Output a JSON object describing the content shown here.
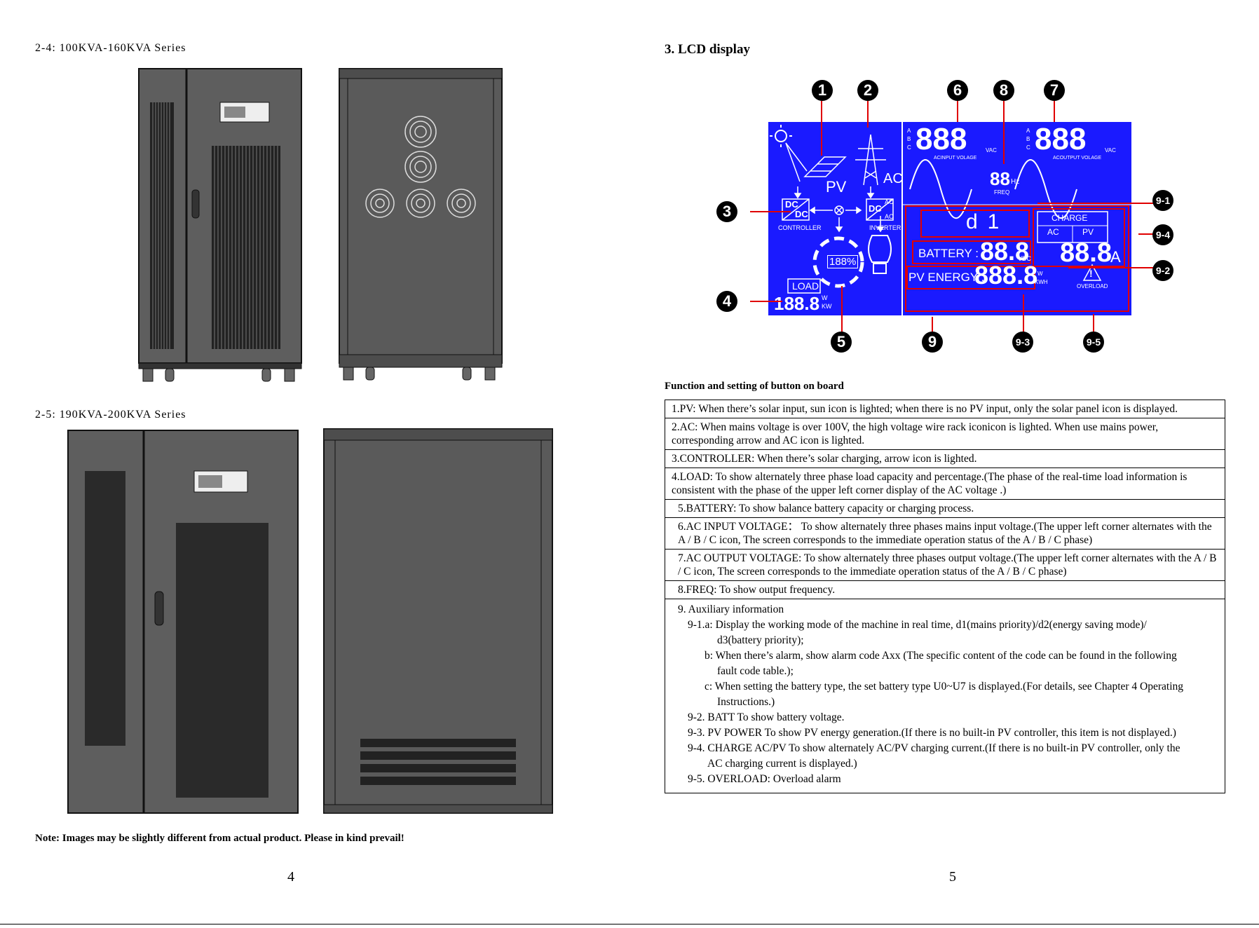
{
  "left_page": {
    "section_a": "2-4: 100KVA-160KVA  Series",
    "section_b": "2-5: 190KVA-200KVA  Series",
    "note": "Note: Images may be slightly different from actual product. Please in kind prevail!",
    "page_number": "4"
  },
  "right_page": {
    "title": "3. LCD display",
    "function_title": "Function and setting of button on board",
    "page_number": "5",
    "lcd": {
      "pv": "PV",
      "ac": "AC",
      "dc1": "DC",
      "dc2": "DC",
      "dcac_ac1": "AC",
      "dcac_dc": "DC",
      "dcac_ac2": "AC",
      "controller": "CONTROLLER",
      "inverter": "INVERTER",
      "load": "LOAD",
      "load_value": "188.8",
      "load_w": "W",
      "load_kw": "KW",
      "battery_percent": "188%",
      "phase_a": "A",
      "phase_b": "B",
      "phase_c": "C",
      "ac_input_value": "888",
      "ac_output_value": "888",
      "vac": "VAC",
      "ac_input_label": "ACINPUT  VOLAGE",
      "ac_output_label": "ACOUTPUT  VOLAGE",
      "freq_value": "88",
      "hz": "Hz",
      "freq": "FREQ",
      "mode": "d1",
      "charge": "CHARGE",
      "charge_ac": "AC",
      "charge_pv": "PV",
      "battery_label": "BATTERY :",
      "battery_value": "88.8",
      "vdc": "VDC",
      "current_value": "88.8",
      "amp": "A",
      "pv_energy_label": "PV ENERGY :",
      "pv_energy_value": "888.8",
      "w": "W",
      "kwh": "KWH",
      "overload": "OVERLOAD",
      "warning": "!"
    },
    "markers": [
      "1",
      "2",
      "3",
      "4",
      "5",
      "6",
      "7",
      "8",
      "9",
      "9-1",
      "9-2",
      "9-3",
      "9-4",
      "9-5"
    ],
    "functions": [
      "1.PV:  When there’s solar input, sun icon is lighted; when there is no PV input, only the solar panel icon is displayed.",
      "2.AC:  When mains voltage is over 100V, the high voltage wire rack iconicon is lighted. When use mains power, corresponding arrow and AC icon is lighted.",
      "3.CONTROLLER: When there’s solar charging, arrow icon is lighted.",
      "4.LOAD:  To show alternately three phase load capacity and percentage.(The phase of the real-time load information is consistent with the phase of the upper left corner display of the AC voltage .)",
      "5.BATTERY:   To show balance battery capacity or charging process.",
      "6.AC INPUT VOLTAGE：  To show alternately three phases mains input voltage.(The upper left corner alternates with the A / B / C icon, The screen corresponds to the immediate operation status of the A / B / C phase)",
      "7.AC OUTPUT VOLTAGE:  To show alternately three phases output voltage.(The upper left corner alternates with the A / B / C icon, The screen corresponds to the immediate operation status of the A / B / C phase)",
      "8.FREQ: To show output frequency."
    ],
    "aux": {
      "title": "9. Auxiliary information",
      "l1": "9-1.a: Display the working mode of the machine in real time, d1(mains priority)/d2(energy saving mode)/",
      "l2": "d3(battery priority);",
      "l3": "b: When there’s alarm, show alarm code Axx (The specific content of the code can be found in the following",
      "l4": "fault code table.);",
      "l5": "c: When setting the battery type, the set battery type U0~U7 is displayed.(For details, see Chapter 4 Operating",
      "l6": "Instructions.)",
      "l7": "9-2. BATT To show battery voltage.",
      "l8": "9-3. PV POWER To show PV energy generation.(If there is no built-in PV controller, this item is not displayed.)",
      "l9": "9-4. CHARGE AC/PV To show alternately AC/PV charging current.(If there is no built-in PV controller, only the",
      "l10": "AC charging current is displayed.)",
      "l11": "9-5. OVERLOAD: Overload alarm"
    },
    "colors": {
      "lcd_blue": "#1a1aff",
      "marker_red": "#e00000"
    }
  }
}
